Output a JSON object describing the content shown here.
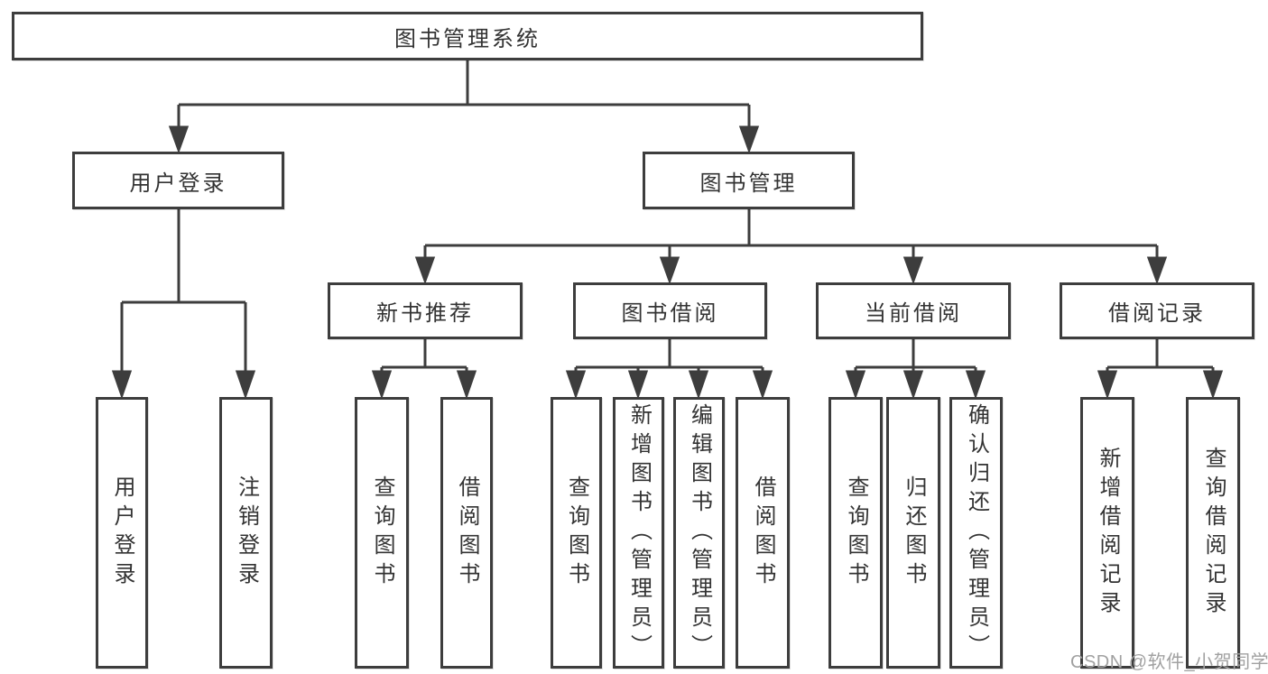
{
  "diagram": {
    "root": {
      "label": "图书管理系统"
    },
    "branches": [
      {
        "label": "用户登录",
        "children": [
          {
            "label": "用户登录"
          },
          {
            "label": "注销登录"
          }
        ]
      },
      {
        "label": "图书管理",
        "children": [
          {
            "label": "新书推荐",
            "children": [
              {
                "label": "查询图书"
              },
              {
                "label": "借阅图书"
              }
            ]
          },
          {
            "label": "图书借阅",
            "children": [
              {
                "label": "查询图书"
              },
              {
                "label": "新增图书（管理员）"
              },
              {
                "label": "编辑图书（管理员）"
              },
              {
                "label": "借阅图书"
              }
            ]
          },
          {
            "label": "当前借阅",
            "children": [
              {
                "label": "查询图书"
              },
              {
                "label": "归还图书"
              },
              {
                "label": "确认归还（管理员）"
              }
            ]
          },
          {
            "label": "借阅记录",
            "children": [
              {
                "label": "新增借阅记录"
              },
              {
                "label": "查询借阅记录"
              }
            ]
          }
        ]
      }
    ]
  },
  "watermark": "CSDN @软件_小贺同学",
  "colors": {
    "line": "#3d3d3d",
    "box_border": "#3d3d3d",
    "text": "#333333",
    "background": "#ffffff",
    "watermark": "#a1a1a1"
  }
}
